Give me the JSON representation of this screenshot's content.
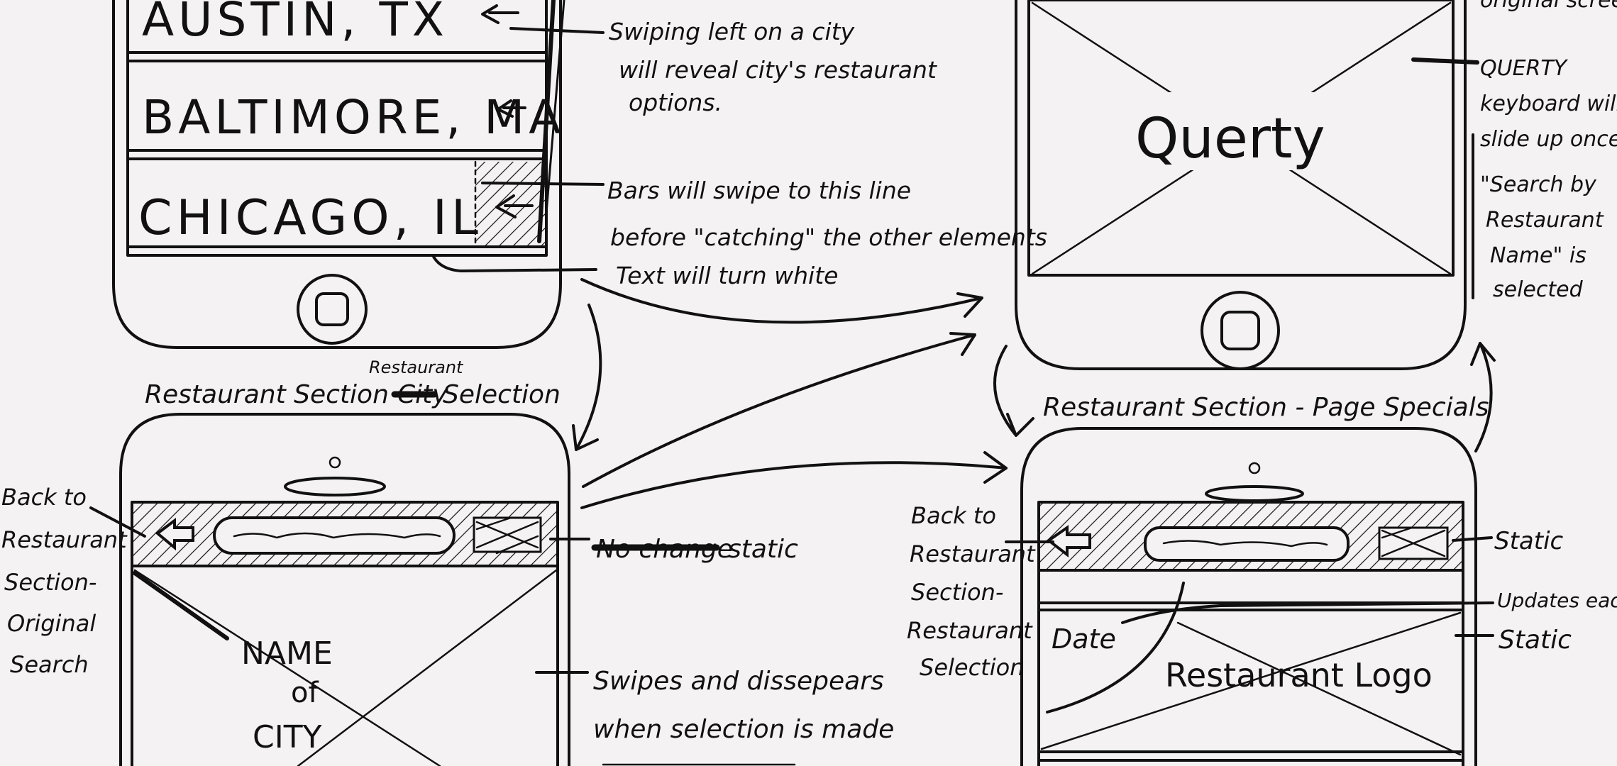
{
  "cities": [
    {
      "name": "AUSTIN, TX"
    },
    {
      "name": "BALTIMORE, MA"
    },
    {
      "name": "CHICAGO, IL"
    }
  ],
  "annotations": {
    "swipe_reveal": [
      "Swiping left on a city",
      "will reveal city's restaurant",
      "options."
    ],
    "bars_swipe": [
      "Bars will swipe to this line",
      "before \"catching\" the other elements"
    ],
    "text_white": "Text will turn white",
    "original_screen": "original screen",
    "querty_keyboard": [
      "QUERTY",
      "keyboard will",
      "slide up once"
    ],
    "search_by_name": [
      "\"Search by",
      "Restaurant",
      "Name\" is",
      "selected"
    ],
    "static_1_struck": "No change",
    "static_1": "static",
    "swipes_disappears": [
      "Swipes and dissepears",
      "when selection is made"
    ],
    "back_original": [
      "Back to",
      "Restaurant",
      "Section-",
      "Original",
      "Search"
    ],
    "back_selection": [
      "Back to",
      "Restaurant",
      "Section-",
      "Restaurant",
      "Selection"
    ],
    "static_2": "Static",
    "updates_each": "Updates each d",
    "static_3": "Static"
  },
  "screens": {
    "keyboard_placeholder": "Querty",
    "restaurant_selection_title": {
      "prefix": "Restaurant Section -",
      "struck": "City",
      "inserted": "Restaurant",
      "suffix": "Selection"
    },
    "page_specials_title": "Restaurant Section - Page Specials",
    "name_of_city": [
      "NAME",
      "of",
      "CITY"
    ],
    "date_label": "Date",
    "restaurant_logo": "Restaurant Logo"
  }
}
